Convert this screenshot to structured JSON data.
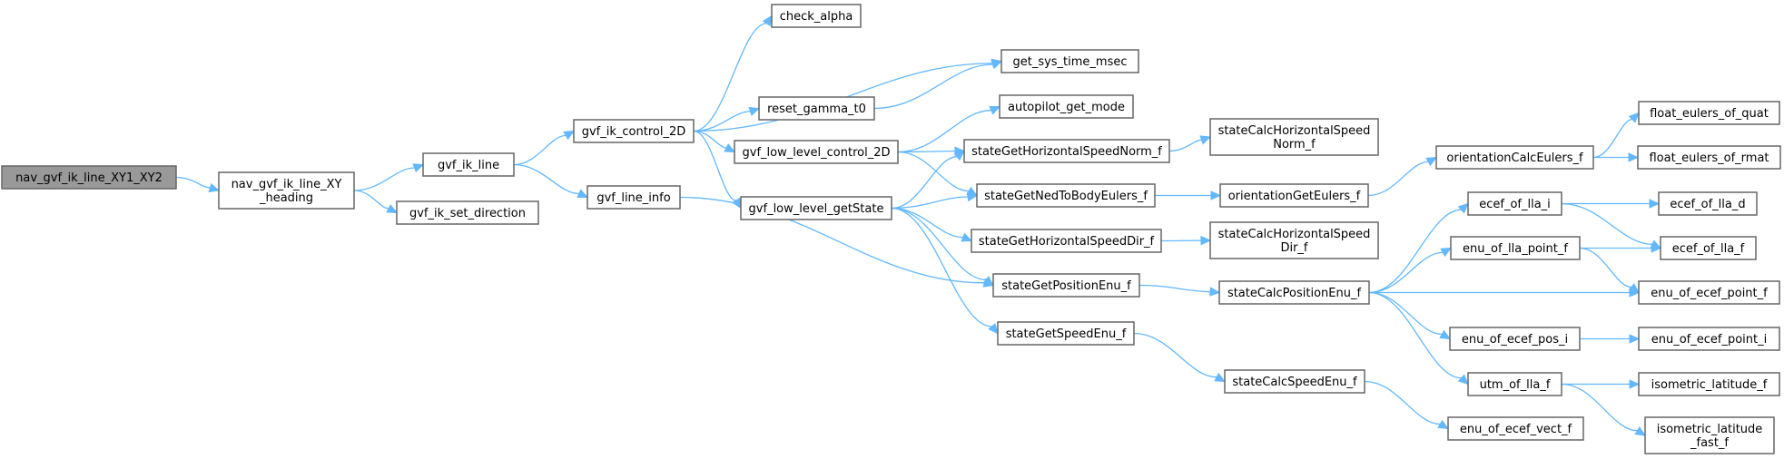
{
  "graph": {
    "type": "call-graph",
    "root": "nav_gvf_ik_line_XY1_XY2",
    "colors": {
      "edge": "#63b8ff",
      "root_fill": "#999999",
      "node_fill": "#ffffff",
      "node_border": "#666666"
    },
    "nodes": [
      {
        "id": "n0",
        "lines": [
          "nav_gvf_ik_line_XY1_XY2"
        ],
        "root": true
      },
      {
        "id": "n1",
        "lines": [
          "nav_gvf_ik_line_XY",
          "_heading"
        ]
      },
      {
        "id": "n2",
        "lines": [
          "gvf_ik_line"
        ]
      },
      {
        "id": "n3",
        "lines": [
          "gvf_ik_set_direction"
        ]
      },
      {
        "id": "n4",
        "lines": [
          "gvf_ik_control_2D"
        ]
      },
      {
        "id": "n5",
        "lines": [
          "gvf_line_info"
        ]
      },
      {
        "id": "n6",
        "lines": [
          "check_alpha"
        ]
      },
      {
        "id": "n7",
        "lines": [
          "get_sys_time_msec"
        ]
      },
      {
        "id": "n8",
        "lines": [
          "reset_gamma_t0"
        ]
      },
      {
        "id": "n9",
        "lines": [
          "gvf_low_level_control_2D"
        ]
      },
      {
        "id": "n10",
        "lines": [
          "gvf_low_level_getState"
        ]
      },
      {
        "id": "n11",
        "lines": [
          "autopilot_get_mode"
        ]
      },
      {
        "id": "n12",
        "lines": [
          "stateGetHorizontalSpeedNorm_f"
        ]
      },
      {
        "id": "n13",
        "lines": [
          "stateGetNedToBodyEulers_f"
        ]
      },
      {
        "id": "n14",
        "lines": [
          "stateGetHorizontalSpeedDir_f"
        ]
      },
      {
        "id": "n15",
        "lines": [
          "stateGetPositionEnu_f"
        ]
      },
      {
        "id": "n16",
        "lines": [
          "stateGetSpeedEnu_f"
        ]
      },
      {
        "id": "n17",
        "lines": [
          "stateCalcHorizontalSpeed",
          "Norm_f"
        ]
      },
      {
        "id": "n18",
        "lines": [
          "orientationGetEulers_f"
        ]
      },
      {
        "id": "n19",
        "lines": [
          "stateCalcHorizontalSpeed",
          "Dir_f"
        ]
      },
      {
        "id": "n20",
        "lines": [
          "stateCalcPositionEnu_f"
        ]
      },
      {
        "id": "n21",
        "lines": [
          "stateCalcSpeedEnu_f"
        ]
      },
      {
        "id": "n22",
        "lines": [
          "orientationCalcEulers_f"
        ]
      },
      {
        "id": "n23",
        "lines": [
          "ecef_of_lla_i"
        ]
      },
      {
        "id": "n24",
        "lines": [
          "enu_of_lla_point_f"
        ]
      },
      {
        "id": "n25",
        "lines": [
          "enu_of_ecef_pos_i"
        ]
      },
      {
        "id": "n26",
        "lines": [
          "utm_of_lla_f"
        ]
      },
      {
        "id": "n27",
        "lines": [
          "enu_of_ecef_vect_f"
        ]
      },
      {
        "id": "n28",
        "lines": [
          "float_eulers_of_quat"
        ]
      },
      {
        "id": "n29",
        "lines": [
          "float_eulers_of_rmat"
        ]
      },
      {
        "id": "n30",
        "lines": [
          "ecef_of_lla_d"
        ]
      },
      {
        "id": "n31",
        "lines": [
          "ecef_of_lla_f"
        ]
      },
      {
        "id": "n32",
        "lines": [
          "enu_of_ecef_point_f"
        ]
      },
      {
        "id": "n33",
        "lines": [
          "enu_of_ecef_point_i"
        ]
      },
      {
        "id": "n34",
        "lines": [
          "isometric_latitude_f"
        ]
      },
      {
        "id": "n35",
        "lines": [
          "isometric_latitude",
          "_fast_f"
        ]
      }
    ],
    "edges": [
      [
        "n0",
        "n1"
      ],
      [
        "n1",
        "n2"
      ],
      [
        "n1",
        "n3"
      ],
      [
        "n2",
        "n4"
      ],
      [
        "n2",
        "n5"
      ],
      [
        "n4",
        "n6"
      ],
      [
        "n4",
        "n7"
      ],
      [
        "n4",
        "n8"
      ],
      [
        "n4",
        "n9"
      ],
      [
        "n4",
        "n10"
      ],
      [
        "n8",
        "n7"
      ],
      [
        "n5",
        "n15"
      ],
      [
        "n9",
        "n11"
      ],
      [
        "n9",
        "n12"
      ],
      [
        "n9",
        "n13"
      ],
      [
        "n10",
        "n12"
      ],
      [
        "n10",
        "n13"
      ],
      [
        "n10",
        "n14"
      ],
      [
        "n10",
        "n15"
      ],
      [
        "n10",
        "n16"
      ],
      [
        "n12",
        "n17"
      ],
      [
        "n13",
        "n18"
      ],
      [
        "n14",
        "n19"
      ],
      [
        "n15",
        "n20"
      ],
      [
        "n16",
        "n21"
      ],
      [
        "n18",
        "n22"
      ],
      [
        "n22",
        "n28"
      ],
      [
        "n22",
        "n29"
      ],
      [
        "n20",
        "n23"
      ],
      [
        "n20",
        "n24"
      ],
      [
        "n20",
        "n32"
      ],
      [
        "n20",
        "n25"
      ],
      [
        "n20",
        "n26"
      ],
      [
        "n23",
        "n30"
      ],
      [
        "n23",
        "n31"
      ],
      [
        "n24",
        "n31"
      ],
      [
        "n24",
        "n32"
      ],
      [
        "n25",
        "n33"
      ],
      [
        "n26",
        "n34"
      ],
      [
        "n26",
        "n35"
      ],
      [
        "n21",
        "n27"
      ]
    ]
  }
}
